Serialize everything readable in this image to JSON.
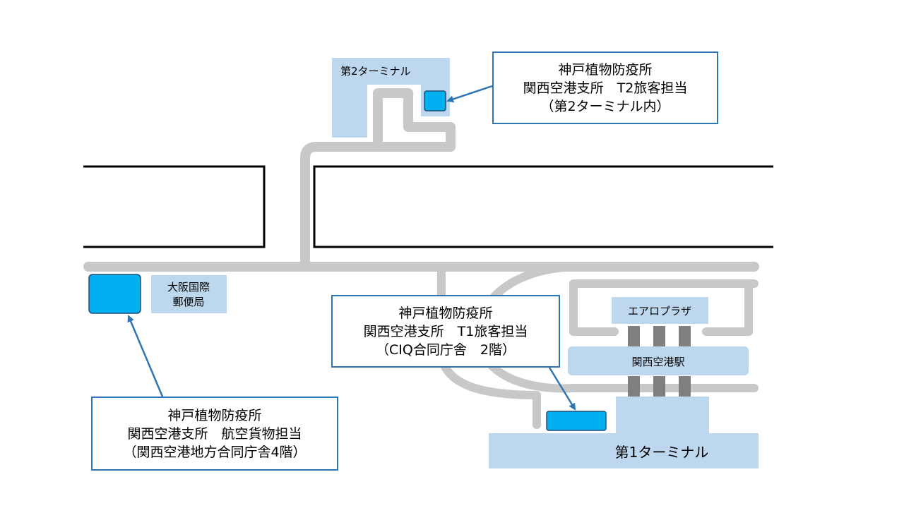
{
  "colors": {
    "road": "#c8c8c8",
    "building": "#bdd7ee",
    "facility": "#00b0f0",
    "facility_border": "#1f4e79",
    "runway_border": "#000000",
    "callout_border": "#2e75b6",
    "arrow": "#2e75b6",
    "railway": "#7f7f7f"
  },
  "buildings": {
    "terminal2": "第2ターミナル",
    "terminal1": "第1ターミナル",
    "post_office_line1": "大阪国際",
    "post_office_line2": "郵便局",
    "aeroplaza": "エアロプラザ",
    "station": "関西空港駅"
  },
  "callouts": {
    "t2": {
      "line1": "神戸植物防疫所",
      "line2": "関西空港支所　T2旅客担当",
      "line3": "（第2ターミナル内）"
    },
    "t1": {
      "line1": "神戸植物防疫所",
      "line2": "関西空港支所　T1旅客担当",
      "line3": "（CIQ合同庁舎　2階）"
    },
    "cargo": {
      "line1": "神戸植物防疫所",
      "line2": "関西空港支所　航空貨物担当",
      "line3": "（関西空港地方合同庁舎4階）"
    }
  }
}
